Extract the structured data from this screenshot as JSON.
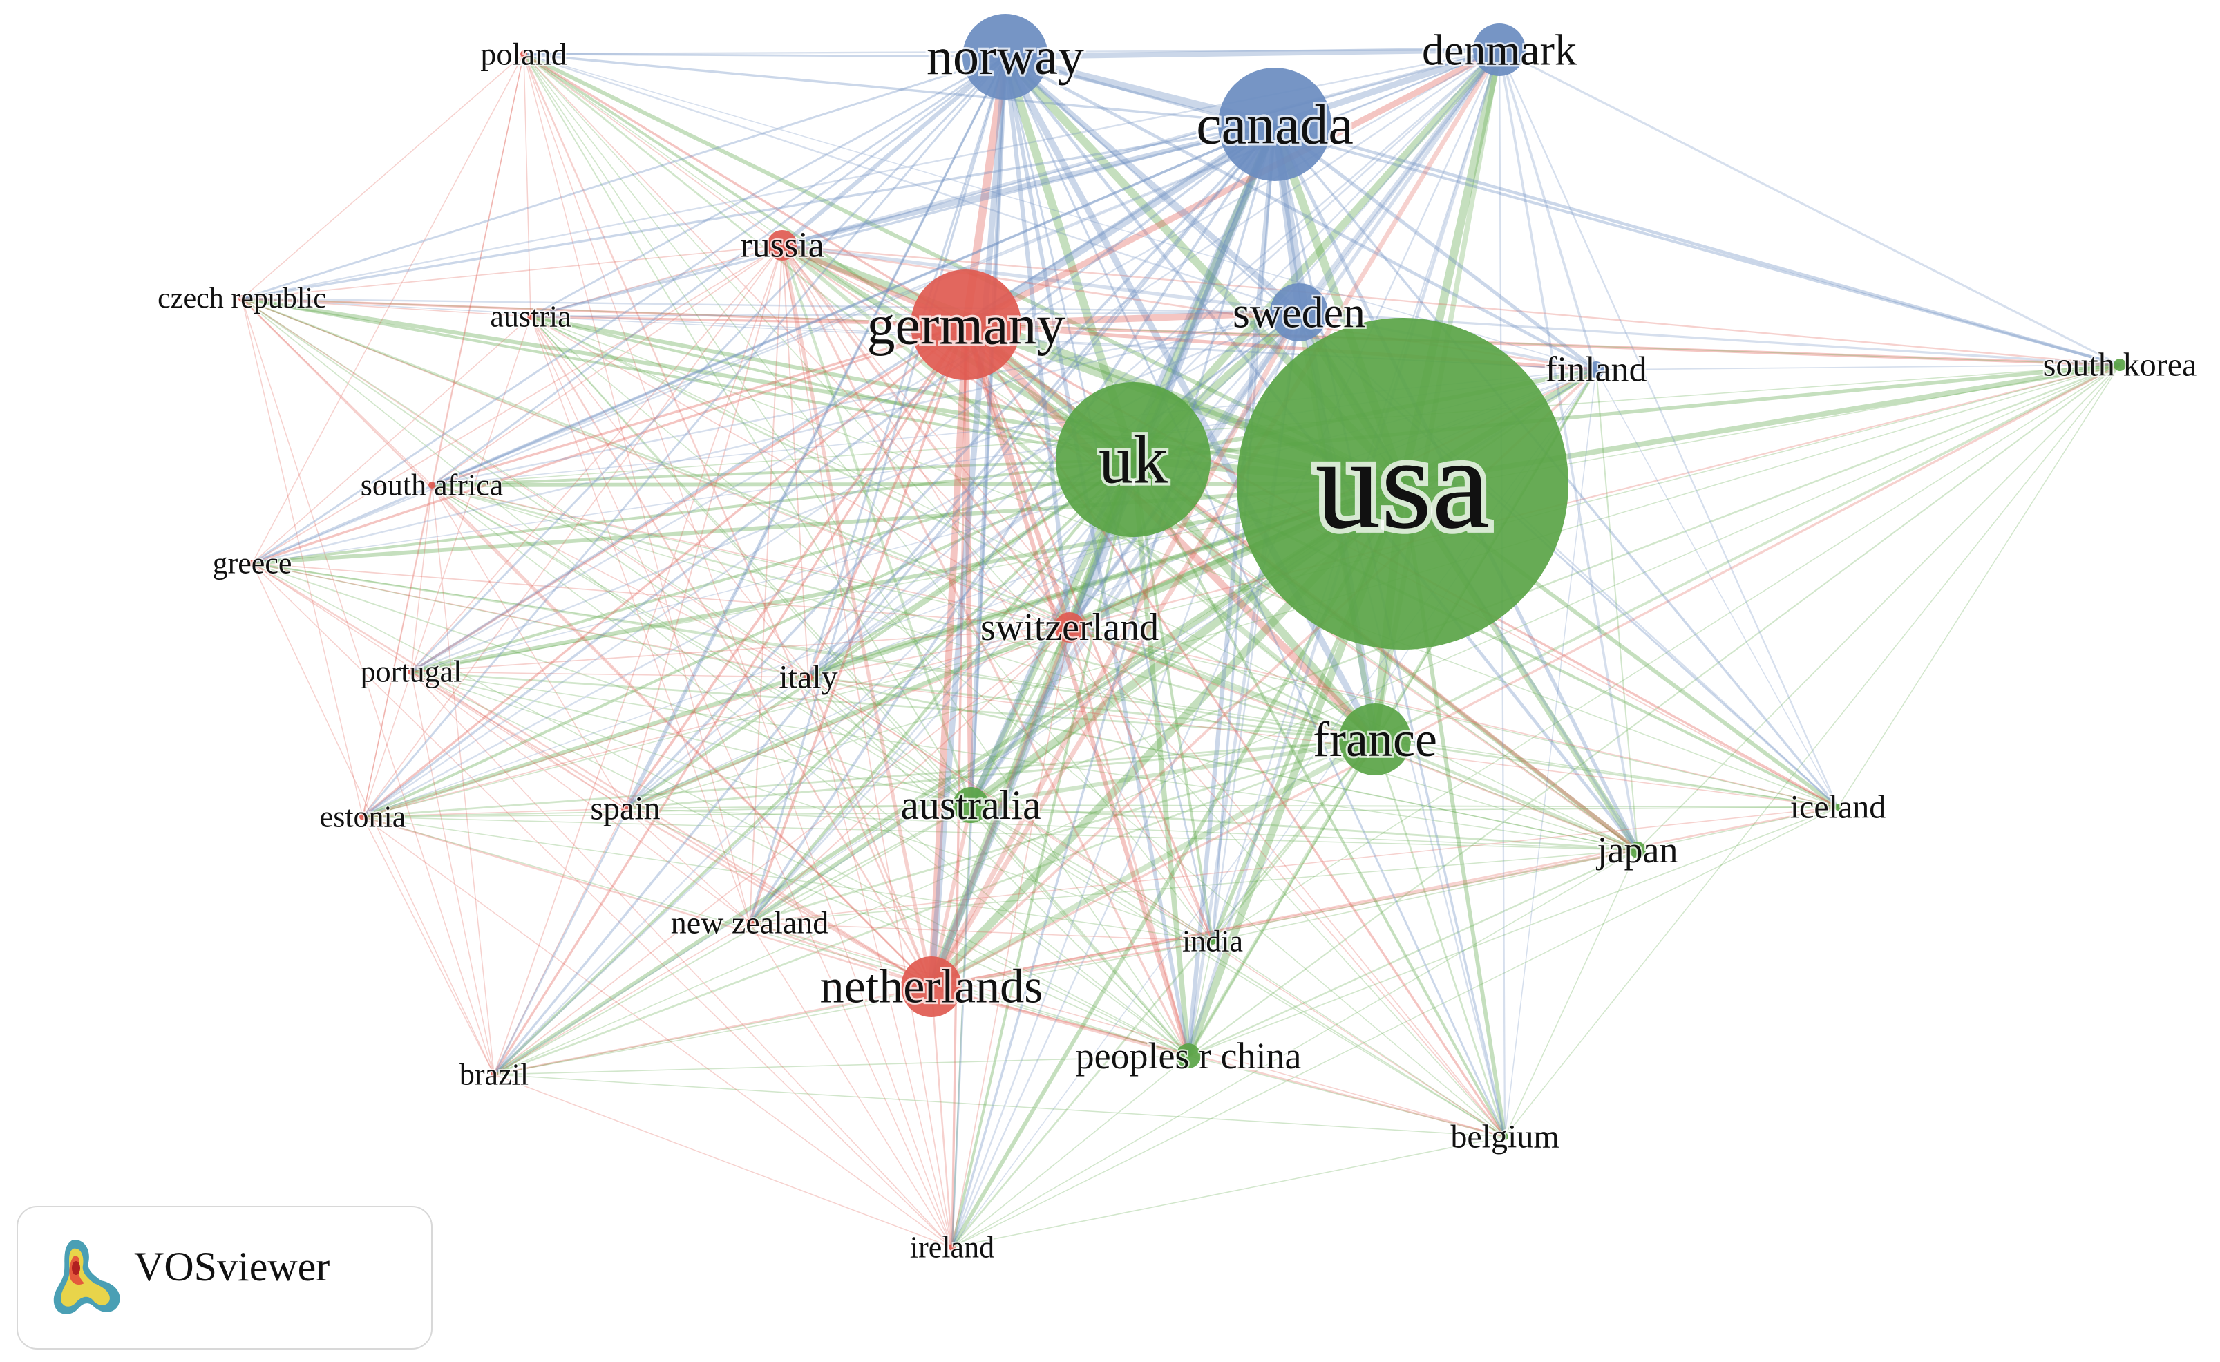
{
  "diagram": {
    "type": "co-authorship network",
    "cluster_colors": {
      "red": "#e05a50",
      "green": "#5aa446",
      "blue": "#6a8cc0"
    },
    "nodes": [
      {
        "id": "usa",
        "label": "usa",
        "cluster": "green"
      },
      {
        "id": "uk",
        "label": "uk",
        "cluster": "green"
      },
      {
        "id": "france",
        "label": "france",
        "cluster": "green"
      },
      {
        "id": "australia",
        "label": "australia",
        "cluster": "green"
      },
      {
        "id": "japan",
        "label": "japan",
        "cluster": "green"
      },
      {
        "id": "peoples_r_china",
        "label": "peoples r china",
        "cluster": "green"
      },
      {
        "id": "south_korea",
        "label": "south korea",
        "cluster": "green"
      },
      {
        "id": "iceland",
        "label": "iceland",
        "cluster": "green"
      },
      {
        "id": "belgium",
        "label": "belgium",
        "cluster": "green"
      },
      {
        "id": "india",
        "label": "india",
        "cluster": "green"
      },
      {
        "id": "germany",
        "label": "germany",
        "cluster": "red"
      },
      {
        "id": "netherlands",
        "label": "netherlands",
        "cluster": "red"
      },
      {
        "id": "switzerland",
        "label": "switzerland",
        "cluster": "red"
      },
      {
        "id": "russia",
        "label": "russia",
        "cluster": "red"
      },
      {
        "id": "spain",
        "label": "spain",
        "cluster": "red"
      },
      {
        "id": "italy",
        "label": "italy",
        "cluster": "red"
      },
      {
        "id": "new_zealand",
        "label": "new zealand",
        "cluster": "red"
      },
      {
        "id": "poland",
        "label": "poland",
        "cluster": "red"
      },
      {
        "id": "austria",
        "label": "austria",
        "cluster": "red"
      },
      {
        "id": "czech_republic",
        "label": "czech republic",
        "cluster": "red"
      },
      {
        "id": "south_africa",
        "label": "south africa",
        "cluster": "red"
      },
      {
        "id": "greece",
        "label": "greece",
        "cluster": "red"
      },
      {
        "id": "portugal",
        "label": "portugal",
        "cluster": "red"
      },
      {
        "id": "estonia",
        "label": "estonia",
        "cluster": "red"
      },
      {
        "id": "brazil",
        "label": "brazil",
        "cluster": "red"
      },
      {
        "id": "ireland",
        "label": "ireland",
        "cluster": "red"
      },
      {
        "id": "norway",
        "label": "norway",
        "cluster": "blue"
      },
      {
        "id": "canada",
        "label": "canada",
        "cluster": "blue"
      },
      {
        "id": "denmark",
        "label": "denmark",
        "cluster": "blue"
      },
      {
        "id": "sweden",
        "label": "sweden",
        "cluster": "blue"
      },
      {
        "id": "finland",
        "label": "finland",
        "cluster": "blue"
      }
    ]
  },
  "legend": {
    "label": "VOSviewer"
  }
}
